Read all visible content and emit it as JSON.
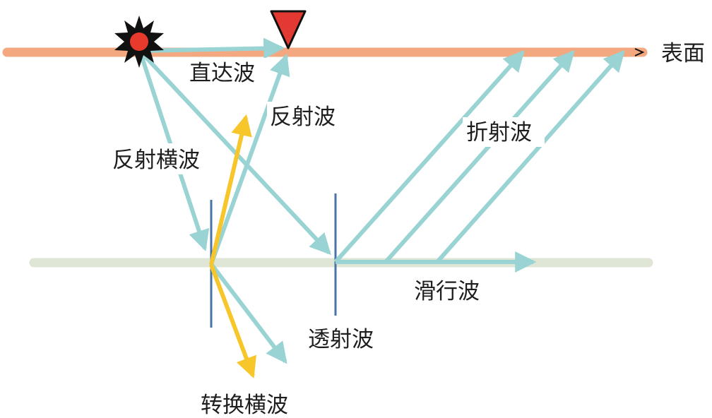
{
  "labels": {
    "surface": "表面",
    "direct_wave": "直达波",
    "reflected_wave": "反射波",
    "reflected_shear_wave": "反射横波",
    "refracted_wave": "折射波",
    "transmitted_wave": "透射波",
    "sliding_wave": "滑行波",
    "converted_shear_wave": "转换横波"
  },
  "colors": {
    "surface_layer": "#f3a880",
    "interface_layer": "#dfe6d6",
    "p_wave": "#9ad3d3",
    "s_wave": "#f7c62b",
    "normal_line": "#4a73a8",
    "source": "#e83a2c",
    "receiver": "#e23a32",
    "outline": "#111111"
  },
  "icons": {
    "source": "explosion-source-icon",
    "receiver": "receiver-triangle-icon"
  }
}
